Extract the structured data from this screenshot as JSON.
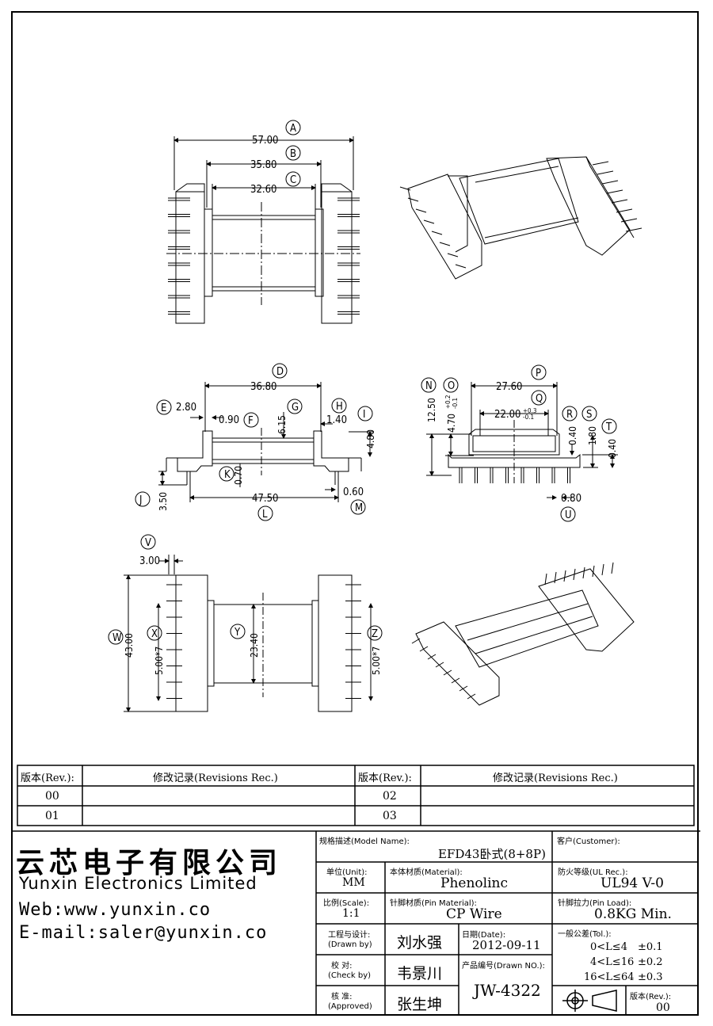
{
  "drawing": {
    "top": {
      "A": "A",
      "dim_A": "57.00",
      "B": "B",
      "dim_B": "35.80",
      "C": "C",
      "dim_C": "32.60"
    },
    "front": {
      "D": "D",
      "dim_D": "36.80",
      "E": "E",
      "dim_E": "2.80",
      "F": "F",
      "dim_F": "0.90",
      "G": "G",
      "dim_G": "6.15",
      "H": "H",
      "dim_H": "1.40",
      "I": "I",
      "dim_I": "4.80",
      "J": "J",
      "dim_J": "3.50",
      "K": "K",
      "dim_K": "0.70",
      "L": "L",
      "dim_L": "47.50",
      "M": "M",
      "dim_M": "0.60"
    },
    "side": {
      "N": "N",
      "dim_N": "12.50",
      "O": "O",
      "dim_O": "4.70",
      "dim_O_tol_plus": "+0.2",
      "dim_O_tol_minus": "-0.1",
      "P": "P",
      "dim_P": "27.60",
      "Q": "Q",
      "dim_Q": "22.00",
      "dim_Q_tol_plus": "+0.3",
      "dim_Q_tol_minus": "-0.1",
      "R": "R",
      "dim_R": "0.40",
      "S": "S",
      "dim_S": "1.80",
      "T": "T",
      "dim_T": "0.40",
      "U": "U",
      "dim_U": "0.80"
    },
    "bottom": {
      "V": "V",
      "dim_V": "3.00",
      "W": "W",
      "dim_W": "43.00",
      "X": "X",
      "dim_X": "5.00*7",
      "Y": "Y",
      "dim_Y": "23.40",
      "Z": "Z",
      "dim_Z": "5.00*7"
    }
  },
  "revisions": {
    "rev_header": "版本(Rev.):",
    "rec_header": "修改记录(Revisions Rec.)",
    "rows": [
      {
        "left_rev": "00",
        "left_rec": "",
        "right_rev": "02",
        "right_rec": ""
      },
      {
        "left_rev": "01",
        "left_rec": "",
        "right_rev": "03",
        "right_rec": ""
      }
    ]
  },
  "company": {
    "name_cn": "云芯电子有限公司",
    "name_en": "Yunxin Electronics Limited",
    "web": "Web:www.yunxin.co",
    "email": "E-mail:saler@yunxin.co"
  },
  "title_block": {
    "model_label": "规格描述(Model Name):",
    "model_value": "EFD43卧式(8+8P)",
    "customer_label": "客户(Customer):",
    "customer_value": "",
    "unit_label": "单位(Unit):",
    "unit_value": "MM",
    "material_label": "本体材质(Material):",
    "material_value": "Phenolinc",
    "ul_label": "防火等级(UL Rec.):",
    "ul_value": "UL94 V-0",
    "scale_label": "比例(Scale):",
    "scale_value": "1:1",
    "pin_material_label": "针脚材质(Pin Material):",
    "pin_material_value": "CP Wire",
    "pin_load_label": "针脚拉力(Pin Load):",
    "pin_load_value": "0.8KG Min.",
    "drawn_label_cn": "工程与设计:",
    "drawn_label_en": "(Drawn by)",
    "drawn_value": "刘水强",
    "date_label": "日期(Date):",
    "date_value": "2012-09-11",
    "check_label_cn": "校  对:",
    "check_label_en": "(Check by)",
    "check_value": "韦景川",
    "drawn_no_label": "产品编号(Drawn NO.):",
    "drawn_no_value": "JW-4322",
    "approved_label_cn": "核  准:",
    "approved_label_en": "(Approved)",
    "approved_value": "张生坤",
    "tol_label": "一般公差(Tol.):",
    "tol_rows": [
      {
        "range": "0<L≤4",
        "tol": "±0.1"
      },
      {
        "range": "4<L≤16",
        "tol": "±0.2"
      },
      {
        "range": "16<L≤64",
        "tol": "±0.3"
      }
    ],
    "rev_label": "版本(Rev.):",
    "rev_value": "00"
  }
}
